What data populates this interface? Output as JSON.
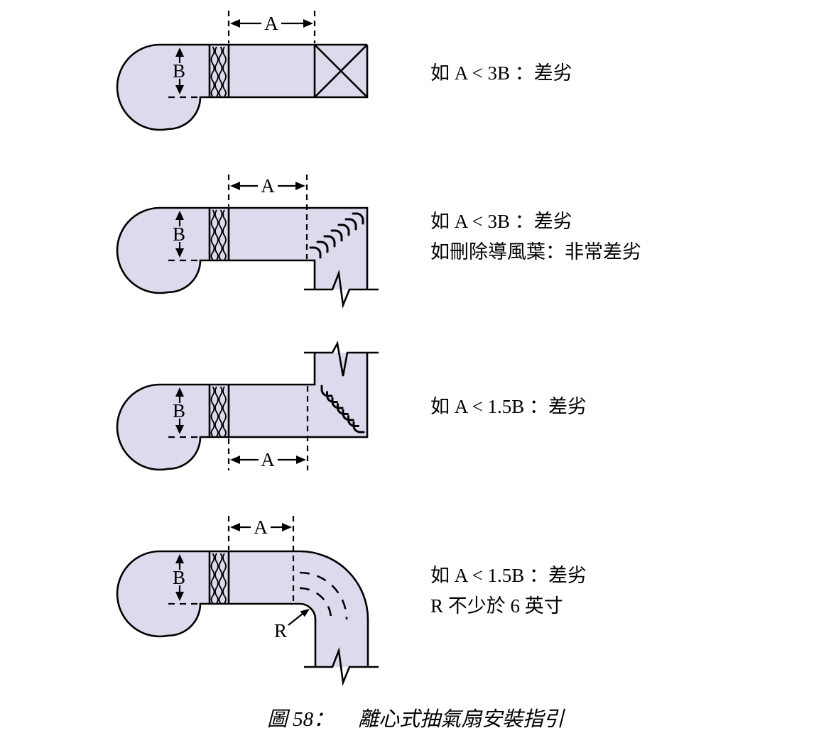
{
  "figure": {
    "caption_prefix": "圖 58：",
    "caption_text": "離心式抽氣扇安裝指引"
  },
  "labels": {
    "dim_a": "A",
    "dim_b": "B",
    "radius": "R"
  },
  "rows": [
    {
      "note_lines": [
        "如 A < 3B ：差劣"
      ]
    },
    {
      "note_lines": [
        "如 A < 3B ：差劣",
        "如刪除導風葉：非常差劣"
      ]
    },
    {
      "note_lines": [
        "如 A < 1.5B ：差劣"
      ]
    },
    {
      "note_lines": [
        "如 A < 1.5B ：差劣",
        "R 不少於 6 英寸"
      ]
    }
  ],
  "colors": {
    "duct_fill": "#dcdaed",
    "line": "#000000",
    "background": "#ffffff"
  }
}
